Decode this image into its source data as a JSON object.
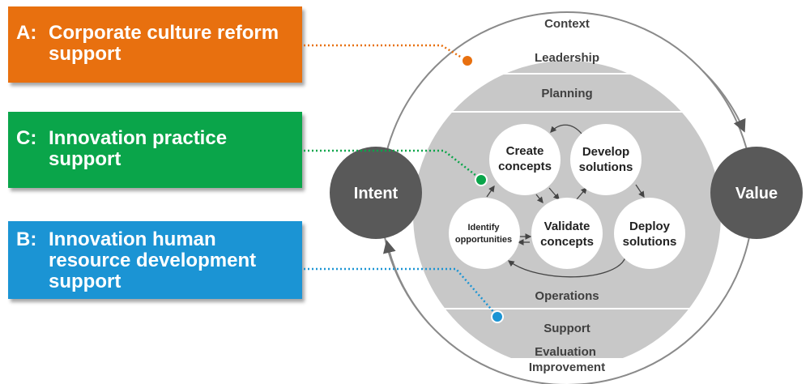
{
  "callouts": [
    {
      "tag": "A:",
      "text": "Corporate culture reform support",
      "color": "#e8700f"
    },
    {
      "tag": "C:",
      "text": "Innovation practice support",
      "color": "#0aa54a"
    },
    {
      "tag": "B:",
      "text": "Innovation human resource development support",
      "color": "#1b94d4"
    }
  ],
  "outer_ring": {
    "top": "Context",
    "bottom_line1": "Evaluation",
    "bottom_line2": "Improvement"
  },
  "layers": {
    "leadership": "Leadership",
    "planning": "Planning",
    "operations": "Operations",
    "support": "Support"
  },
  "nodes": {
    "intent": "Intent",
    "value": "Value"
  },
  "cycle": {
    "create_1": "Create",
    "create_2": "concepts",
    "develop_1": "Develop",
    "develop_2": "solutions",
    "identify_1": "Identify",
    "identify_2": "opportunities",
    "validate_1": "Validate",
    "validate_2": "concepts",
    "deploy_1": "Deploy",
    "deploy_2": "solutions"
  },
  "colors": {
    "orange": "#e8700f",
    "green": "#0aa54a",
    "blue": "#1b94d4",
    "gray_band": "#c8c8c8",
    "dark_node": "#595959"
  }
}
